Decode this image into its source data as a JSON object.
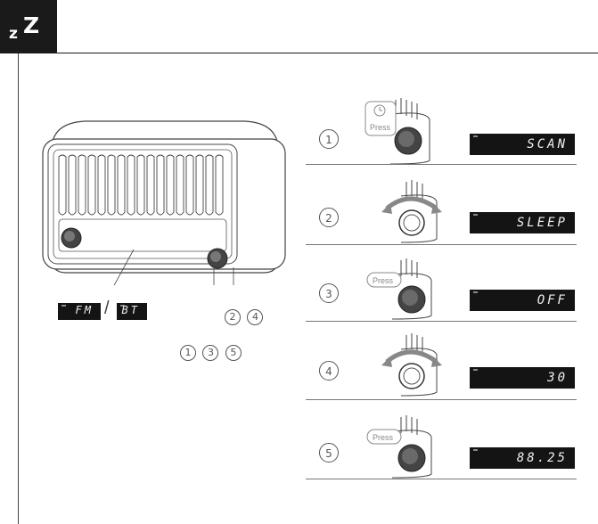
{
  "header": {
    "icon": "sleep-zz-icon",
    "z_small": "z",
    "z_large": "Z"
  },
  "radio_callouts": {
    "dial_modes": [
      "FM",
      "BT"
    ],
    "dial_separator": "/",
    "button_upper": [
      "2",
      "4"
    ],
    "button_lower": [
      "1",
      "3",
      "5"
    ]
  },
  "steps": [
    {
      "number": "1",
      "action": "Press",
      "action_icon": "timer-icon",
      "display": "SCAN"
    },
    {
      "number": "2",
      "action": "",
      "action_icon": "rotate-knob-icon",
      "display": "SLEEP"
    },
    {
      "number": "3",
      "action": "Press",
      "action_icon": "",
      "display": "OFF"
    },
    {
      "number": "4",
      "action": "",
      "action_icon": "rotate-knob-icon",
      "display": "30"
    },
    {
      "number": "5",
      "action": "Press",
      "action_icon": "",
      "display": "88.25"
    }
  ]
}
